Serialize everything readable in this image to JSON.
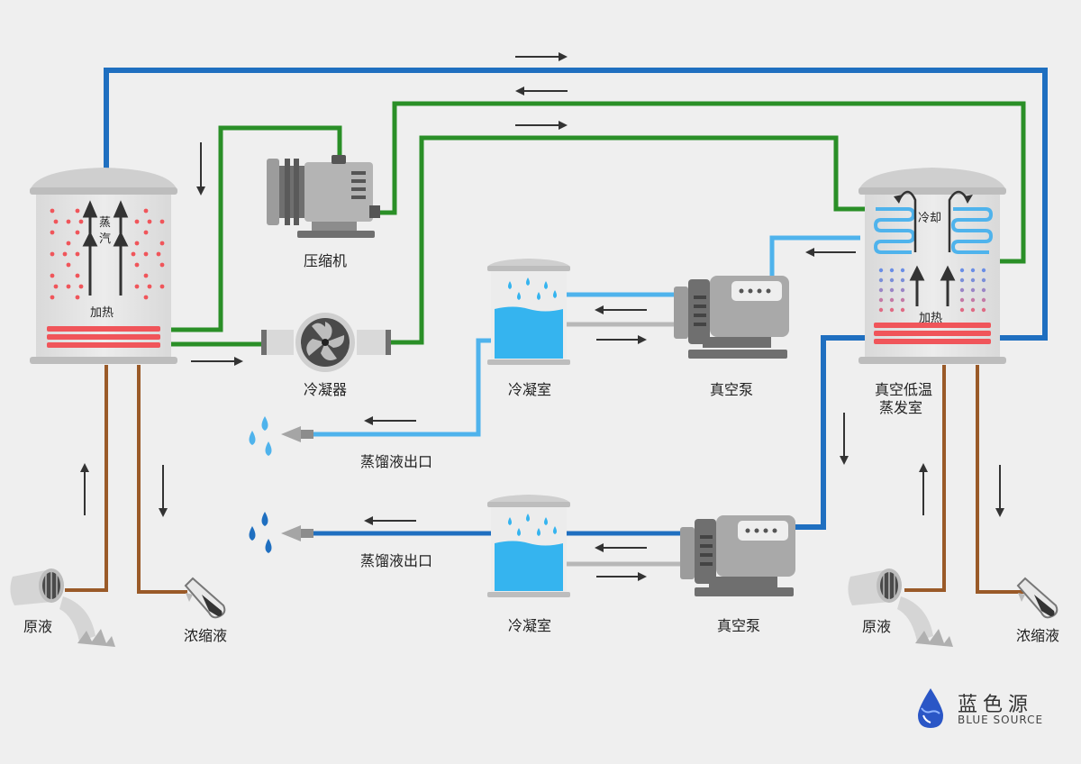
{
  "labels": {
    "compressor": "压缩机",
    "condenser": "冷凝器",
    "cond_room_top": "冷凝室",
    "vacuum_pump_top": "真空泵",
    "evaporator_line1": "真空低温",
    "evaporator_line2": "蒸发室",
    "distillate_top": "蒸馏液出口",
    "distillate_bottom": "蒸馏液出口",
    "cond_room_bottom": "冷凝室",
    "vacuum_pump_bottom": "真空泵",
    "raw_left": "原液",
    "conc_left": "浓缩液",
    "raw_right": "原液",
    "conc_right": "浓缩液",
    "steam_char1": "蒸",
    "steam_char2": "汽",
    "heating_left": "加热",
    "heating_right": "加热",
    "cooling": "冷却"
  },
  "brand": {
    "name_cn": "蓝色源",
    "name_en": "BLUE SOURCE"
  },
  "colors": {
    "blue_pipe": "#1f6fc0",
    "green_pipe": "#2a8f27",
    "light_blue_pipe": "#4fb3ec",
    "brown_pipe": "#9a5a28",
    "gray_pipe": "#b8b8b8",
    "heater_red": "#f0555a",
    "water": "#35b4ef",
    "background": "#efefef"
  },
  "icons": [
    "compressor-icon",
    "condenser-fan-icon",
    "condensing-chamber-icon",
    "vacuum-pump-icon",
    "evaporator-tank-icon",
    "heating-tank-icon",
    "water-drop-icon",
    "valve-icon",
    "test-tube-icon",
    "brand-drop-icon"
  ]
}
